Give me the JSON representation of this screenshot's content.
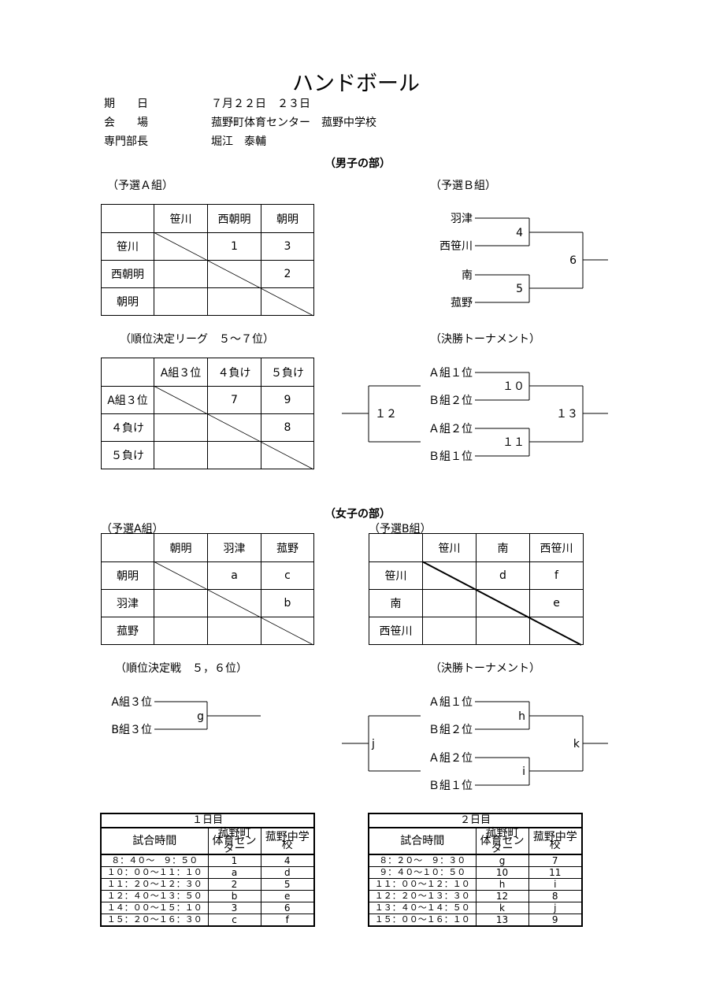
{
  "title": "ハンドボール",
  "info": [
    {
      "label": "期　　日",
      "value": "７月２２日　２３日"
    },
    {
      "label": "会　　場",
      "value": "菰野町体育センター　菰野中学校"
    },
    {
      "label": "専門部長",
      "value": "堀江　泰輔"
    }
  ],
  "boys": {
    "heading": "（男子の部）",
    "groupA": {
      "caption": "（予選Ａ組）",
      "columns": [
        "笹川",
        "西朝明",
        "朝明"
      ],
      "rows": [
        {
          "name": "笹川",
          "cells": [
            "",
            "1",
            "3"
          ]
        },
        {
          "name": "西朝明",
          "cells": [
            "",
            "",
            "2"
          ]
        },
        {
          "name": "朝明",
          "cells": [
            "",
            "",
            ""
          ]
        }
      ]
    },
    "groupB": {
      "caption": "（予選Ｂ組）",
      "teams": [
        "羽津",
        "西笹川",
        "南",
        "菰野"
      ],
      "matches": [
        "4",
        "5",
        "6"
      ]
    },
    "ranking": {
      "caption": "（順位決定リーグ　５～７位）",
      "columns": [
        "A組３位",
        "４負け",
        "５負け"
      ],
      "rows": [
        {
          "name": "A組３位",
          "cells": [
            "",
            "7",
            "9"
          ]
        },
        {
          "name": "４負け",
          "cells": [
            "",
            "",
            "8"
          ]
        },
        {
          "name": "５負け",
          "cells": [
            "",
            "",
            ""
          ]
        }
      ]
    },
    "final": {
      "caption": "（決勝トーナメント）",
      "seeds": [
        "Ａ組１位",
        "Ｂ組２位",
        "Ａ組２位",
        "Ｂ組１位"
      ],
      "matches": [
        "１０",
        "１１",
        "１２",
        "１３"
      ]
    }
  },
  "girls": {
    "heading": "（女子の部）",
    "groupA": {
      "caption": "（予選A組）",
      "columns": [
        "朝明",
        "羽津",
        "菰野"
      ],
      "rows": [
        {
          "name": "朝明",
          "cells": [
            "",
            "a",
            "c"
          ]
        },
        {
          "name": "羽津",
          "cells": [
            "",
            "",
            "b"
          ]
        },
        {
          "name": "菰野",
          "cells": [
            "",
            "",
            ""
          ]
        }
      ]
    },
    "groupB": {
      "caption": "（予選B組）",
      "columns": [
        "笹川",
        "南",
        "西笹川"
      ],
      "rows": [
        {
          "name": "笹川",
          "cells": [
            "",
            "d",
            "f"
          ]
        },
        {
          "name": "南",
          "cells": [
            "",
            "",
            "e"
          ]
        },
        {
          "name": "西笹川",
          "cells": [
            "",
            "",
            ""
          ]
        }
      ]
    },
    "ranking": {
      "caption": "（順位決定戦　５，６位）",
      "seeds": [
        "A組３位",
        "B組３位"
      ],
      "match": "g"
    },
    "final": {
      "caption": "（決勝トーナメント）",
      "seeds": [
        "Ａ組１位",
        "Ｂ組２位",
        "Ａ組２位",
        "Ｂ組１位"
      ],
      "matches": [
        "h",
        "i",
        "j",
        "k"
      ]
    }
  },
  "schedule": [
    {
      "day": "１日目",
      "header": {
        "time": "試合時間",
        "venue1": "菰野町\n体育センター",
        "venue2": "菰野中学校"
      },
      "rows": [
        {
          "time": "８：４０～　９：５０",
          "v1": "1",
          "v2": "4"
        },
        {
          "time": "１０：００～１１：１０",
          "v1": "a",
          "v2": "d"
        },
        {
          "time": "１１：２０～１２：３０",
          "v1": "2",
          "v2": "5"
        },
        {
          "time": "１２：４０～１３：５０",
          "v1": "b",
          "v2": "e"
        },
        {
          "time": "１４：００～１５：１０",
          "v1": "3",
          "v2": "6"
        },
        {
          "time": "１５：２０～１６：３０",
          "v1": "c",
          "v2": "f"
        }
      ]
    },
    {
      "day": "２日目",
      "header": {
        "time": "試合時間",
        "venue1": "菰野町\n体育センター",
        "venue2": "菰野中学校"
      },
      "rows": [
        {
          "time": "８：２０～　９：３０",
          "v1": "g",
          "v2": "7"
        },
        {
          "time": "９：４０～１０：５０",
          "v1": "10",
          "v2": "11"
        },
        {
          "time": "１１：００～１２：１０",
          "v1": "h",
          "v2": "i"
        },
        {
          "time": "１２：２０～１３：３０",
          "v1": "12",
          "v2": "8"
        },
        {
          "time": "１３：４０～１４：５０",
          "v1": "k",
          "v2": "j"
        },
        {
          "time": "１５：００～１６：１０",
          "v1": "13",
          "v2": "9"
        }
      ]
    }
  ]
}
